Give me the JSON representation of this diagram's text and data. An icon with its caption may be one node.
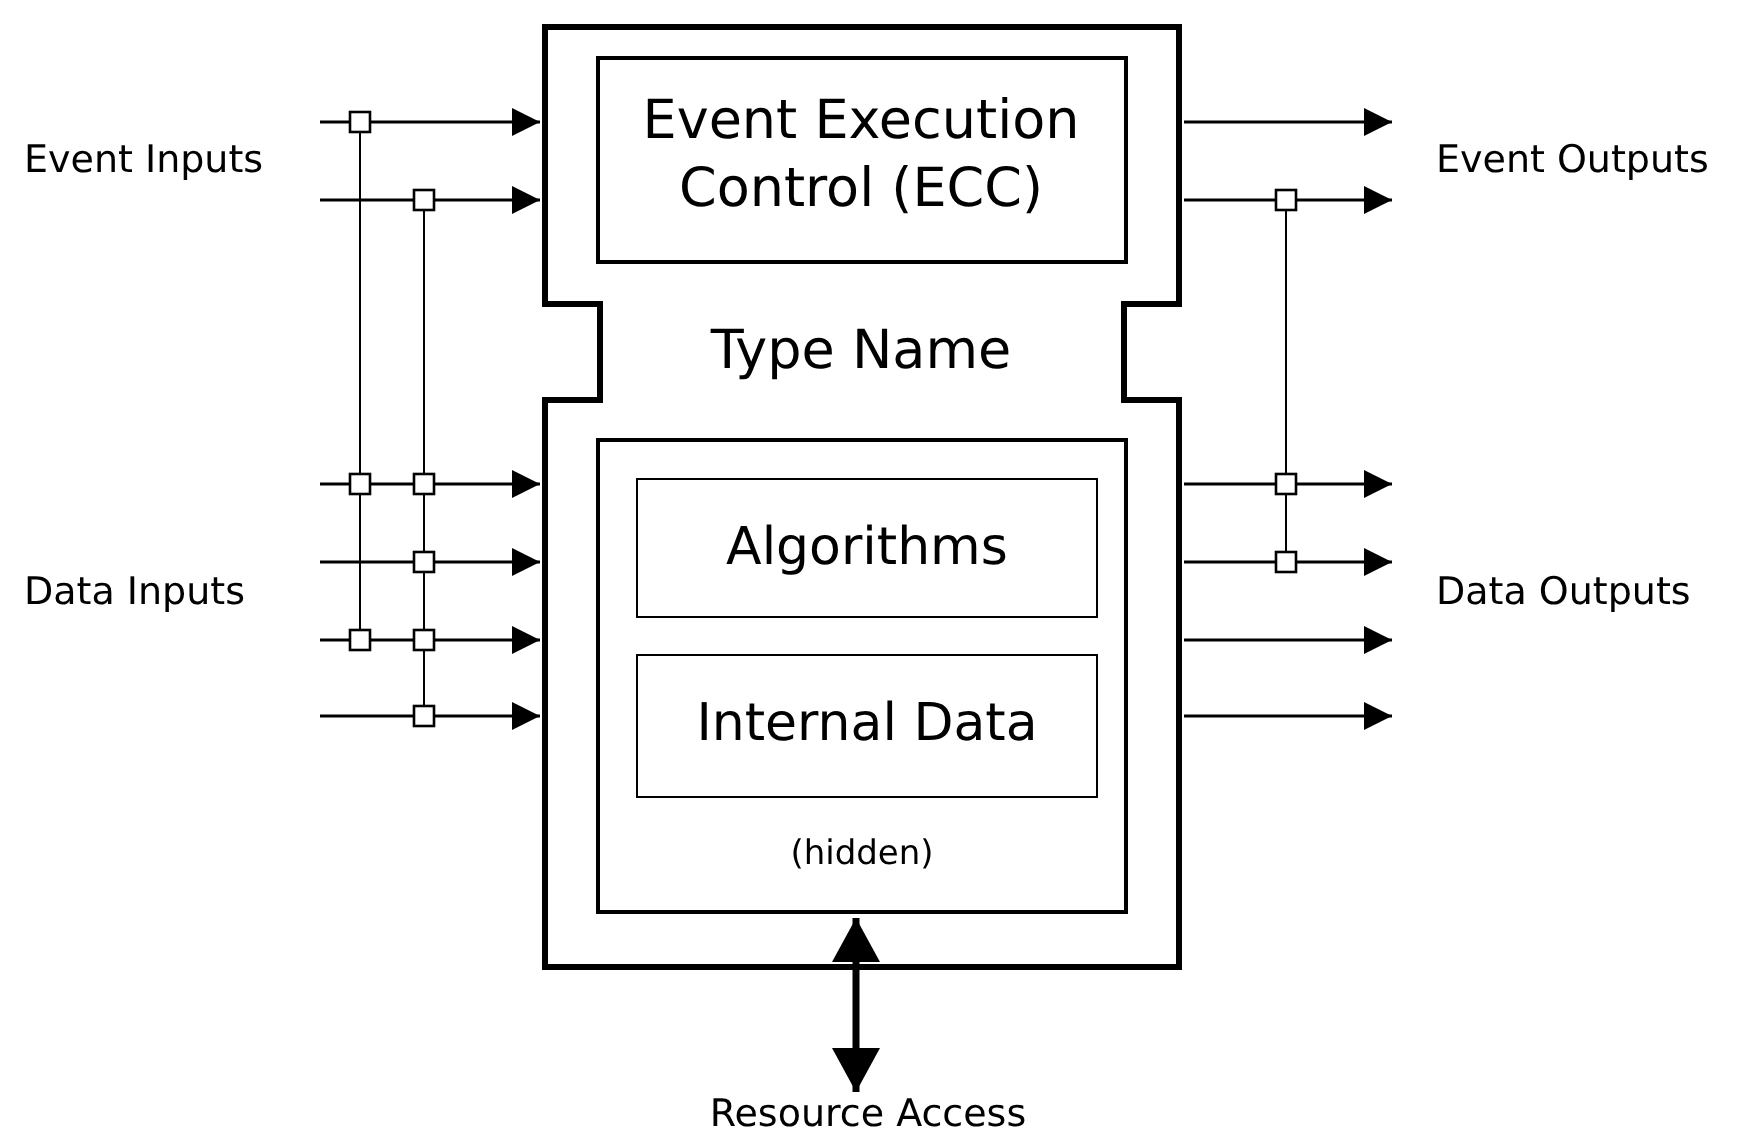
{
  "diagram": {
    "nodes": [
      {
        "text": [
          "Type Name"
        ]
      },
      {
        "text": [
          "Event Execution Control (ECC)"
        ],
        "in": 0
      },
      {
        "text": [
          "(hidden)"
        ],
        "in": 0
      },
      {
        "text": [
          "Algorithms"
        ],
        "in": 2
      },
      {
        "text": [
          "Internal Data"
        ],
        "in": 2
      },
      {
        "text": [
          "Resource Access"
        ]
      }
    ],
    "edges": [
      {
        "from": null,
        "to": 0,
        "arrow": "to"
      },
      {
        "from": null,
        "to": 0,
        "arrow": "to"
      },
      {
        "from": null,
        "to": 0,
        "arrow": "to"
      },
      {
        "from": null,
        "to": 0,
        "arrow": "to"
      },
      {
        "from": null,
        "to": 0,
        "arrow": "to"
      },
      {
        "from": null,
        "to": 0,
        "arrow": "to"
      },
      {
        "from": 0,
        "to": null,
        "arrow": "to"
      },
      {
        "from": 0,
        "to": null,
        "arrow": "to"
      },
      {
        "from": 0,
        "to": null,
        "arrow": "to"
      },
      {
        "from": 0,
        "to": null,
        "arrow": "to"
      },
      {
        "from": 0,
        "to": null,
        "arrow": "to"
      },
      {
        "from": 0,
        "to": null,
        "arrow": "to"
      },
      {
        "from": 2,
        "to": 5,
        "arrow": "both",
        "style": "thick"
      }
    ],
    "labels": [
      "Event Inputs",
      "Event Outputs",
      "Data Inputs",
      "Data Outputs"
    ]
  }
}
